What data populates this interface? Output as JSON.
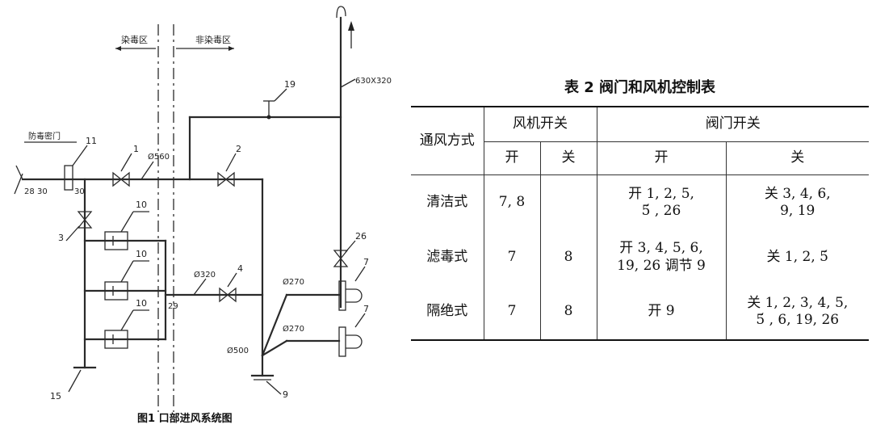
{
  "diagram": {
    "caption": "图1  口部进风系统图",
    "zone_left": "染毒区",
    "zone_right": "非染毒区",
    "duct_top": "630X320",
    "labels": {
      "door": "防毒密门",
      "n11": "11",
      "n1": "1",
      "n2": "2",
      "n3": "3",
      "n4": "4",
      "n10a": "10",
      "n10b": "10",
      "n10c": "10",
      "n19": "19",
      "n26": "26",
      "n7a": "7",
      "n7b": "7",
      "n9": "9",
      "n15": "15",
      "n28": "28",
      "n30a": "30",
      "n30b": "30",
      "n29": "29",
      "d560": "Ø560",
      "d320": "Ø320",
      "d270a": "Ø270",
      "d270b": "Ø270",
      "d500": "Ø500"
    }
  },
  "table": {
    "title": "表 2   阀门和风机控制表",
    "head": {
      "mode": "通风方式",
      "fan": "风机开关",
      "valve": "阀门开关",
      "fan_on": "开",
      "fan_off": "关",
      "valve_open": "开",
      "valve_close": "关"
    },
    "rows": [
      {
        "mode": "清洁式",
        "fan_on": "7, 8",
        "fan_off": "",
        "open": "开 1, 2, 5,\n5́ , 26",
        "close": "关 3, 4, 6,\n9, 19"
      },
      {
        "mode": "滤毒式",
        "fan_on": "7",
        "fan_off": "8",
        "open": "开 3, 4, 5, 6,\n19, 26 调节 9",
        "close": "关 1, 2, 5́"
      },
      {
        "mode": "隔绝式",
        "fan_on": "7",
        "fan_off": "8",
        "open": "开 9",
        "close": "关 1, 2, 3, 4, 5,\n5́ , 6, 19, 26"
      }
    ]
  }
}
